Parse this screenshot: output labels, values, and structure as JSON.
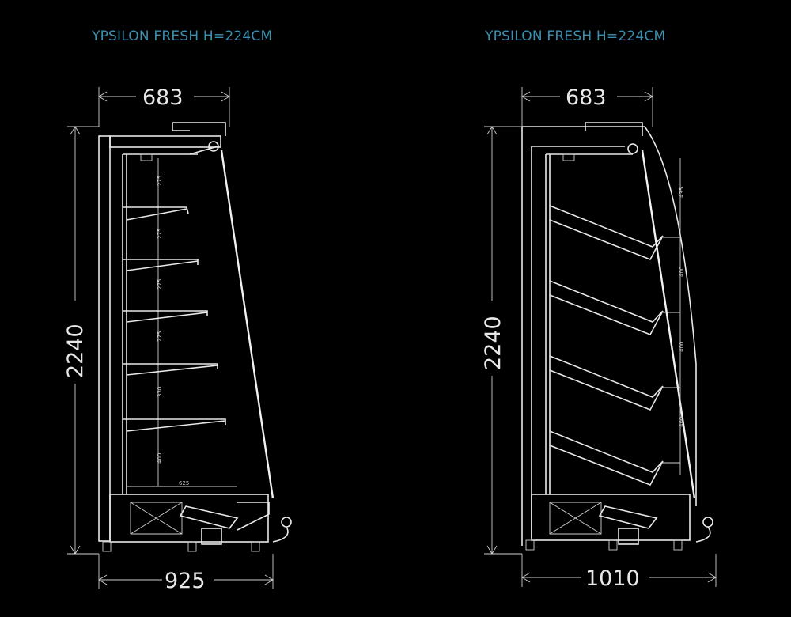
{
  "left": {
    "title": "YPSILON FRESH H=224CM",
    "depth_top": "683",
    "height": "2240",
    "depth_bottom": "925",
    "shelf_spacings": [
      "275",
      "275",
      "275",
      "275",
      "330",
      "400"
    ],
    "base_depth": "625"
  },
  "right": {
    "title": "YPSILON FRESH H=224CM",
    "depth_top": "683",
    "height": "2240",
    "depth_bottom": "1010",
    "shelf_spacings": [
      "435",
      "400",
      "400",
      "400"
    ]
  },
  "colors": {
    "title": "#3a8fb0",
    "lines": "#e8e8e8",
    "background": "#000000"
  }
}
